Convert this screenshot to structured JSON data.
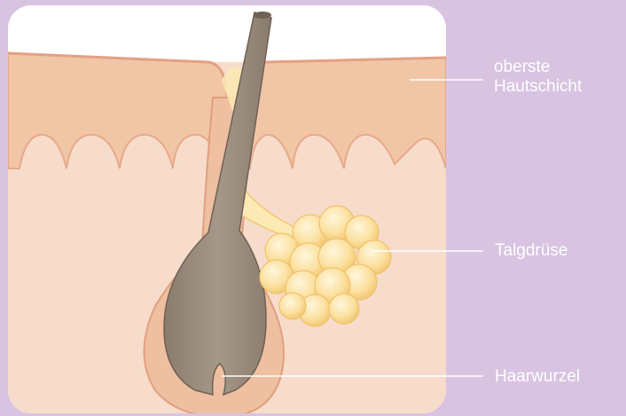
{
  "labels": {
    "top_layer_line1": "oberste",
    "top_layer_line2": "Hautschicht",
    "sebaceous_gland": "Talgdrüse",
    "hair_root": "Haarwurzel"
  },
  "colors": {
    "background": "#d8c3e1",
    "panel_top": "#ffffff",
    "skin": "#f7dccb",
    "epidermis": "#f1c6a6",
    "epidermis_edge": "#e7a98a",
    "hair": "#9a8c7f",
    "hair_dark": "#7d6f62",
    "gland": "#fbe3a6",
    "gland_edge": "#f2c873",
    "leader_line": "#ffffff"
  },
  "icons": {
    "diagram": "hair-follicle-cross-section"
  }
}
